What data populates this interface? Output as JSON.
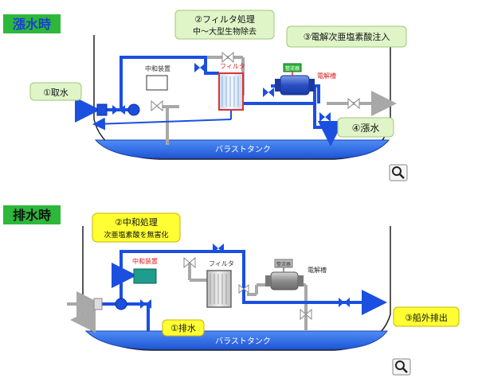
{
  "filling": {
    "title": "漲水時",
    "step1": "①取水",
    "step2_title": "②フィルタ処理",
    "step2_sub": "中〜大型生物除去",
    "step3": "③電解次亜塩素酸注入",
    "step4": "④漲水",
    "neutralizer": "中和装置",
    "filter": "フィルタ",
    "rectifier": "整流器",
    "electrolyzer": "電解槽",
    "tank": "バラストタンク"
  },
  "discharge": {
    "title": "排水時",
    "step2_title": "②中和処理",
    "step2_sub": "次亜塩素酸を無害化",
    "step1": "①排水",
    "step3": "③船外排出",
    "neutralizer": "中和装置",
    "filter": "フィルタ",
    "rectifier": "整流器",
    "electrolyzer": "電解槽",
    "tank": "バラストタンク"
  },
  "colors": {
    "flow": "#1a4fe0",
    "inactive": "#a8a8a8",
    "tank": "#2f6fe8",
    "title_bg": "#2db83a",
    "step_bg_green": "#dff5c8",
    "step_bg_yellow": "#ffff33"
  },
  "icons": [
    "zoom-icon",
    "zoom-icon"
  ]
}
